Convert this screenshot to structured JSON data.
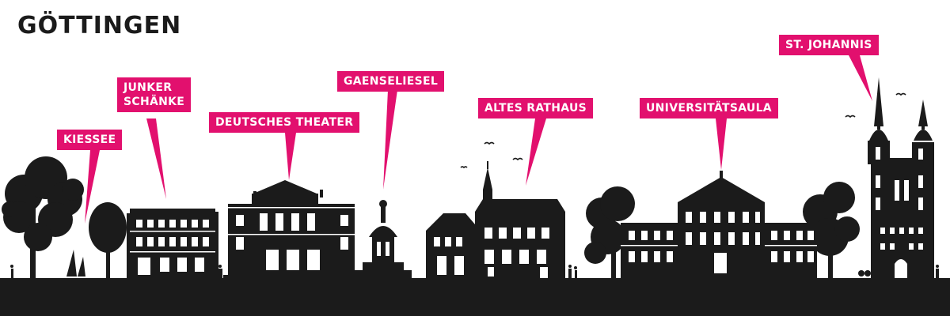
{
  "title": "GÖTTINGEN",
  "landmarks": [
    {
      "id": "kiessee",
      "label": "KIESSEE"
    },
    {
      "id": "junker",
      "label": "JUNKER\nSCHÄNKE"
    },
    {
      "id": "theater",
      "label": "DEUTSCHES THEATER"
    },
    {
      "id": "gaenseliesel",
      "label": "GAENSELIESEL"
    },
    {
      "id": "rathaus",
      "label": "ALTES RATHAUS"
    },
    {
      "id": "aula",
      "label": "UNIVERSITÄTSAULA"
    },
    {
      "id": "johannis",
      "label": "ST. JOHANNIS"
    }
  ],
  "colors": {
    "accent": "#e2106e",
    "silhouette": "#1b1b1b",
    "background": "#ffffff"
  }
}
